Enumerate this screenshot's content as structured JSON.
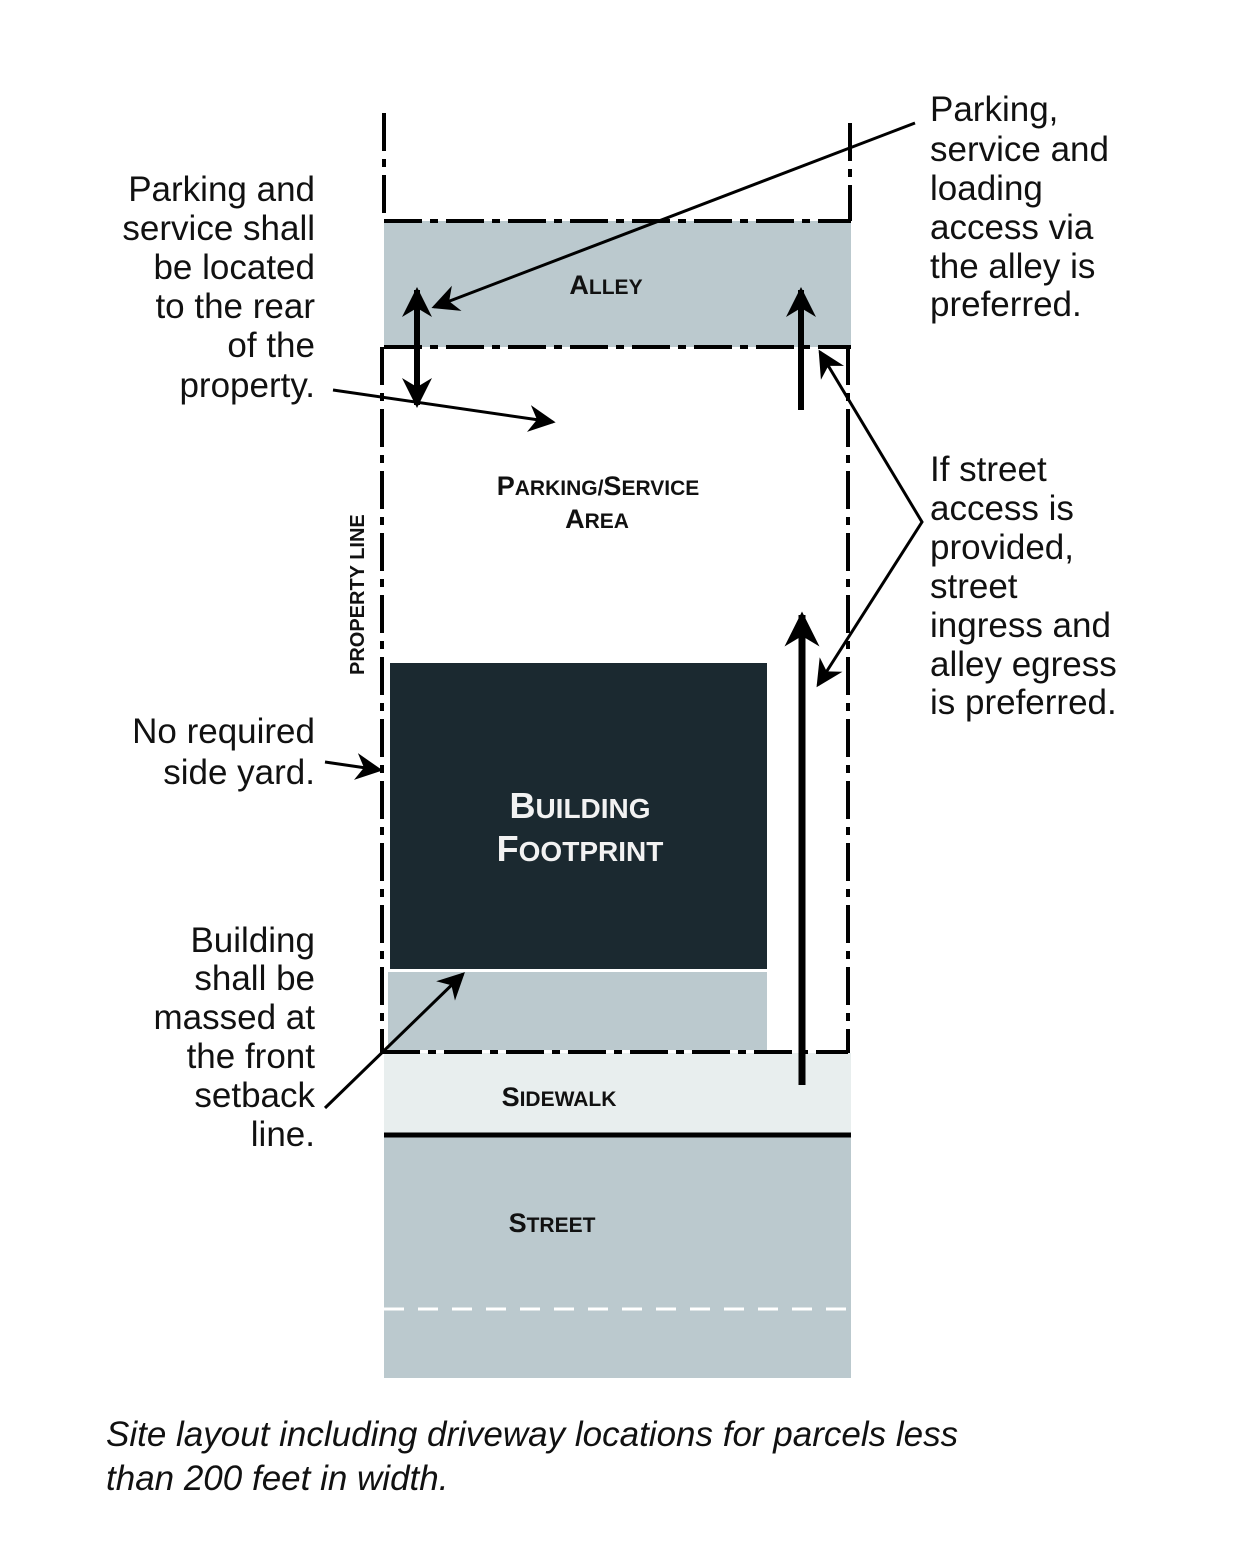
{
  "colors": {
    "road_gray": "#bbc9ce",
    "building": "#1b2930",
    "sidewalk": "#e8eeee",
    "ink": "#000000"
  },
  "zones": {
    "alley": {
      "first": "A",
      "rest": "LLEY"
    },
    "parking_line1": {
      "first1": "P",
      "rest1": "ARKING/",
      "first2": "S",
      "rest2": "ERVICE"
    },
    "parking_line2": {
      "first": "A",
      "rest": "REA"
    },
    "building_line1": {
      "first": "B",
      "rest": "UILDING"
    },
    "building_line2": {
      "first": "F",
      "rest": "OOTPRINT"
    },
    "sidewalk": {
      "first": "S",
      "rest": "IDEWALK"
    },
    "street": {
      "first": "S",
      "rest": "TREET"
    },
    "property_line": "PROPERTY LINE"
  },
  "notes": {
    "rear_parking": [
      "Parking and",
      "service shall",
      "be located",
      "to the rear",
      "of the",
      "property."
    ],
    "alley_access": [
      "Parking,",
      "service and",
      "loading",
      "access via",
      "the alley is",
      "preferred."
    ],
    "street_access": [
      "If street",
      "access is",
      "provided,",
      "street",
      "ingress and",
      "alley egress",
      "is preferred."
    ],
    "side_yard": [
      "No required",
      "side yard."
    ],
    "massing": [
      "Building",
      "shall be",
      "massed at",
      "the front",
      "setback",
      "line."
    ]
  },
  "caption": [
    "Site layout including driveway locations for parcels less",
    "than 200 feet in width."
  ]
}
